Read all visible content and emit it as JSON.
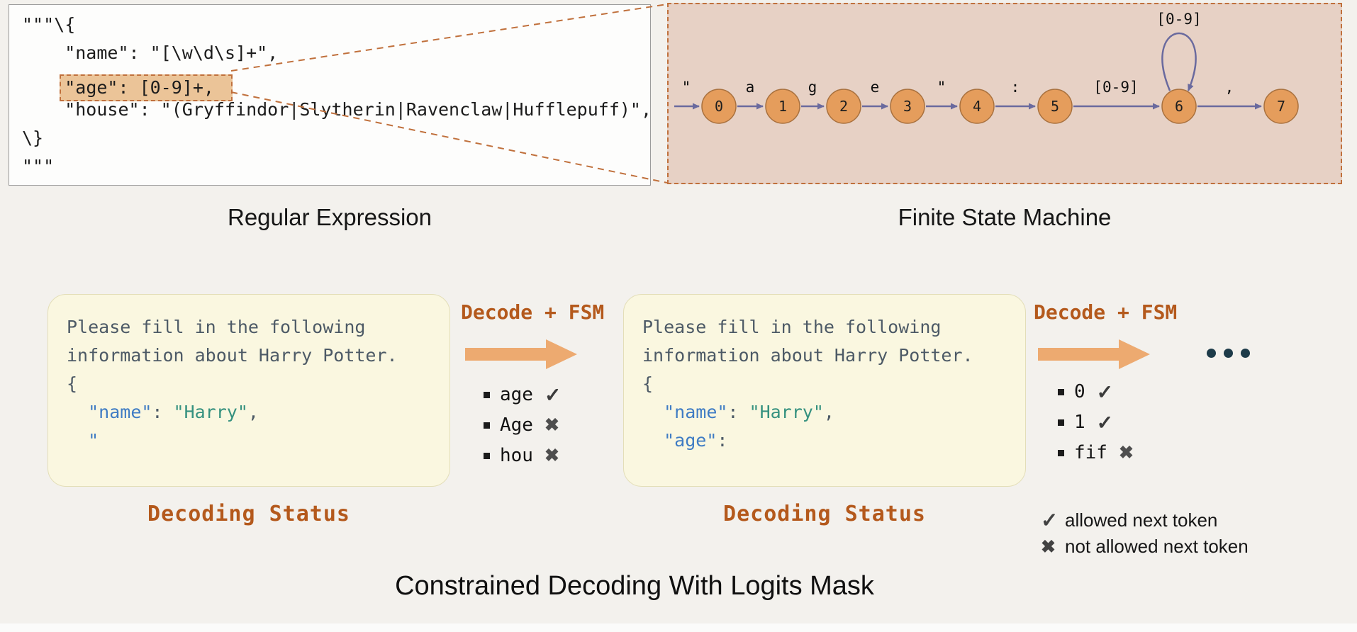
{
  "title": "Constrained Decoding With Logits Mask",
  "colors": {
    "accent": "#c0703c",
    "highlight-bg": "#ebc498",
    "fsm-bg": "#e7d1c5",
    "state-fill": "#e59d5c",
    "arrow-stroke": "#6a6a9e",
    "panel-bg": "#faf7e0",
    "label-brown": "#b4591c",
    "big-arrow": "#edaa70",
    "code-blue": "#3f7cc4",
    "code-teal": "#35917f",
    "panel-text": "#4d5a66"
  },
  "regex_panel": {
    "caption": "Regular Expression",
    "line1": "\"\"\"\\{",
    "line2": "    \"name\": \"[\\w\\d\\s]+\",",
    "line3_indent": "    ",
    "line3_highlight": "\"age\": [0-9]+,",
    "line4": "    \"house\": \"(Gryffindor|Slytherin|Ravenclaw|Hufflepuff)\",",
    "line5": "\\}",
    "line6": "\"\"\""
  },
  "fsm": {
    "caption": "Finite State Machine",
    "entry_label": "\"",
    "states": [
      "0",
      "1",
      "2",
      "3",
      "4",
      "5",
      "6",
      "7"
    ],
    "transitions": [
      "a",
      "g",
      "e",
      "\"",
      ":",
      "[0-9]",
      ","
    ],
    "self_loop_label": "[0-9]",
    "self_loop_state": "6"
  },
  "panel1": {
    "caption": "Decoding Status",
    "l1": "Please fill in the following",
    "l2": "information about Harry Potter.",
    "l3": "{",
    "indent": "  ",
    "name_key": "\"name\"",
    "kv_sep": ": ",
    "name_value": "\"Harry\"",
    "comma": ",",
    "l5_quote": "\""
  },
  "panel2": {
    "caption": "Decoding Status",
    "l1": "Please fill in the following",
    "l2": "information about Harry Potter.",
    "l3": "{",
    "indent": "  ",
    "name_key": "\"name\"",
    "kv_sep": ": ",
    "name_value": "\"Harry\"",
    "comma": ",",
    "age_key": "\"age\"",
    "age_colon": ":"
  },
  "step1": {
    "arrow_label": "Decode + FSM",
    "tokens": [
      {
        "text": "age",
        "mark": "✓"
      },
      {
        "text": "Age",
        "mark": "✖"
      },
      {
        "text": "hou",
        "mark": "✖"
      }
    ]
  },
  "step2": {
    "arrow_label": "Decode + FSM",
    "ellipsis": "•••",
    "tokens": [
      {
        "text": "0",
        "mark": "✓"
      },
      {
        "text": "1",
        "mark": "✓"
      },
      {
        "text": "fif",
        "mark": "✖"
      }
    ]
  },
  "legend": {
    "check_mark": "✓",
    "check_label": "allowed next token",
    "cross_mark": "✖",
    "cross_label": "not allowed next token"
  }
}
